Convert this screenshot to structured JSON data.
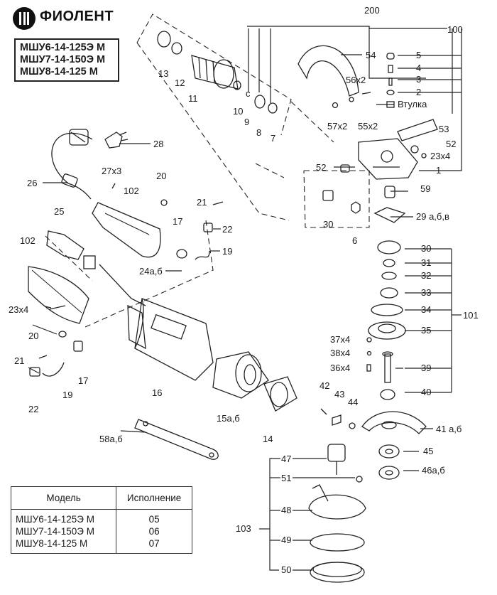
{
  "brand": {
    "name": "ФИОЛЕНТ",
    "logo_icon": "fiolent-logo-icon"
  },
  "model_box": [
    "МШУ6-14-125Э М",
    "МШУ7-14-150Э М",
    "МШУ8-14-125 М"
  ],
  "table": {
    "headers": [
      "Модель",
      "Исполнение"
    ],
    "rows": [
      [
        "МШУ6-14-125Э М",
        "05"
      ],
      [
        "МШУ7-14-150Э М",
        "06"
      ],
      [
        "МШУ8-14-125 М",
        "07"
      ]
    ]
  },
  "labels": {
    "l200": "200",
    "l100": "100",
    "l101": "101",
    "l103": "103",
    "l1": "1",
    "l2": "2",
    "l3": "3",
    "l4": "4",
    "l5": "5",
    "l6": "6",
    "l7": "7",
    "l8": "8",
    "l9": "9",
    "l10": "10",
    "l11": "11",
    "l12": "12",
    "l13": "13",
    "l14": "14",
    "l15": "15а,б",
    "l16": "16",
    "l17a": "17",
    "l17b": "17",
    "l19a": "19",
    "l19b": "19",
    "l20a": "20",
    "l20b": "20",
    "l21a": "21",
    "l21b": "21",
    "l22a": "22",
    "l22b": "22",
    "l23a": "23x4",
    "l23b": "23x4",
    "l24": "24а,б",
    "l25": "25",
    "l26": "26",
    "l27": "27x3",
    "l28": "28",
    "l29": "29 а,б,в",
    "l30a": "30",
    "l30b": "30",
    "l31": "31",
    "l32": "32",
    "l33": "33",
    "l34": "34",
    "l35": "35",
    "l36": "36x4",
    "l37": "37x4",
    "l38": "38x4",
    "l39": "39",
    "l40": "40",
    "l41": "41 а,б",
    "l42": "42",
    "l43": "43",
    "l44": "44",
    "l45": "45",
    "l46": "46а,б",
    "l47": "47",
    "l48": "48",
    "l49": "49",
    "l50": "50",
    "l51": "51",
    "l52a": "52",
    "l52b": "52",
    "l53": "53",
    "l54": "54",
    "l55": "55x2",
    "l56": "56x2",
    "l57": "57x2",
    "l58": "58а,б",
    "l59": "59",
    "l102a": "102",
    "l102b": "102",
    "vtulka": "Втулка",
    "c": "c"
  }
}
